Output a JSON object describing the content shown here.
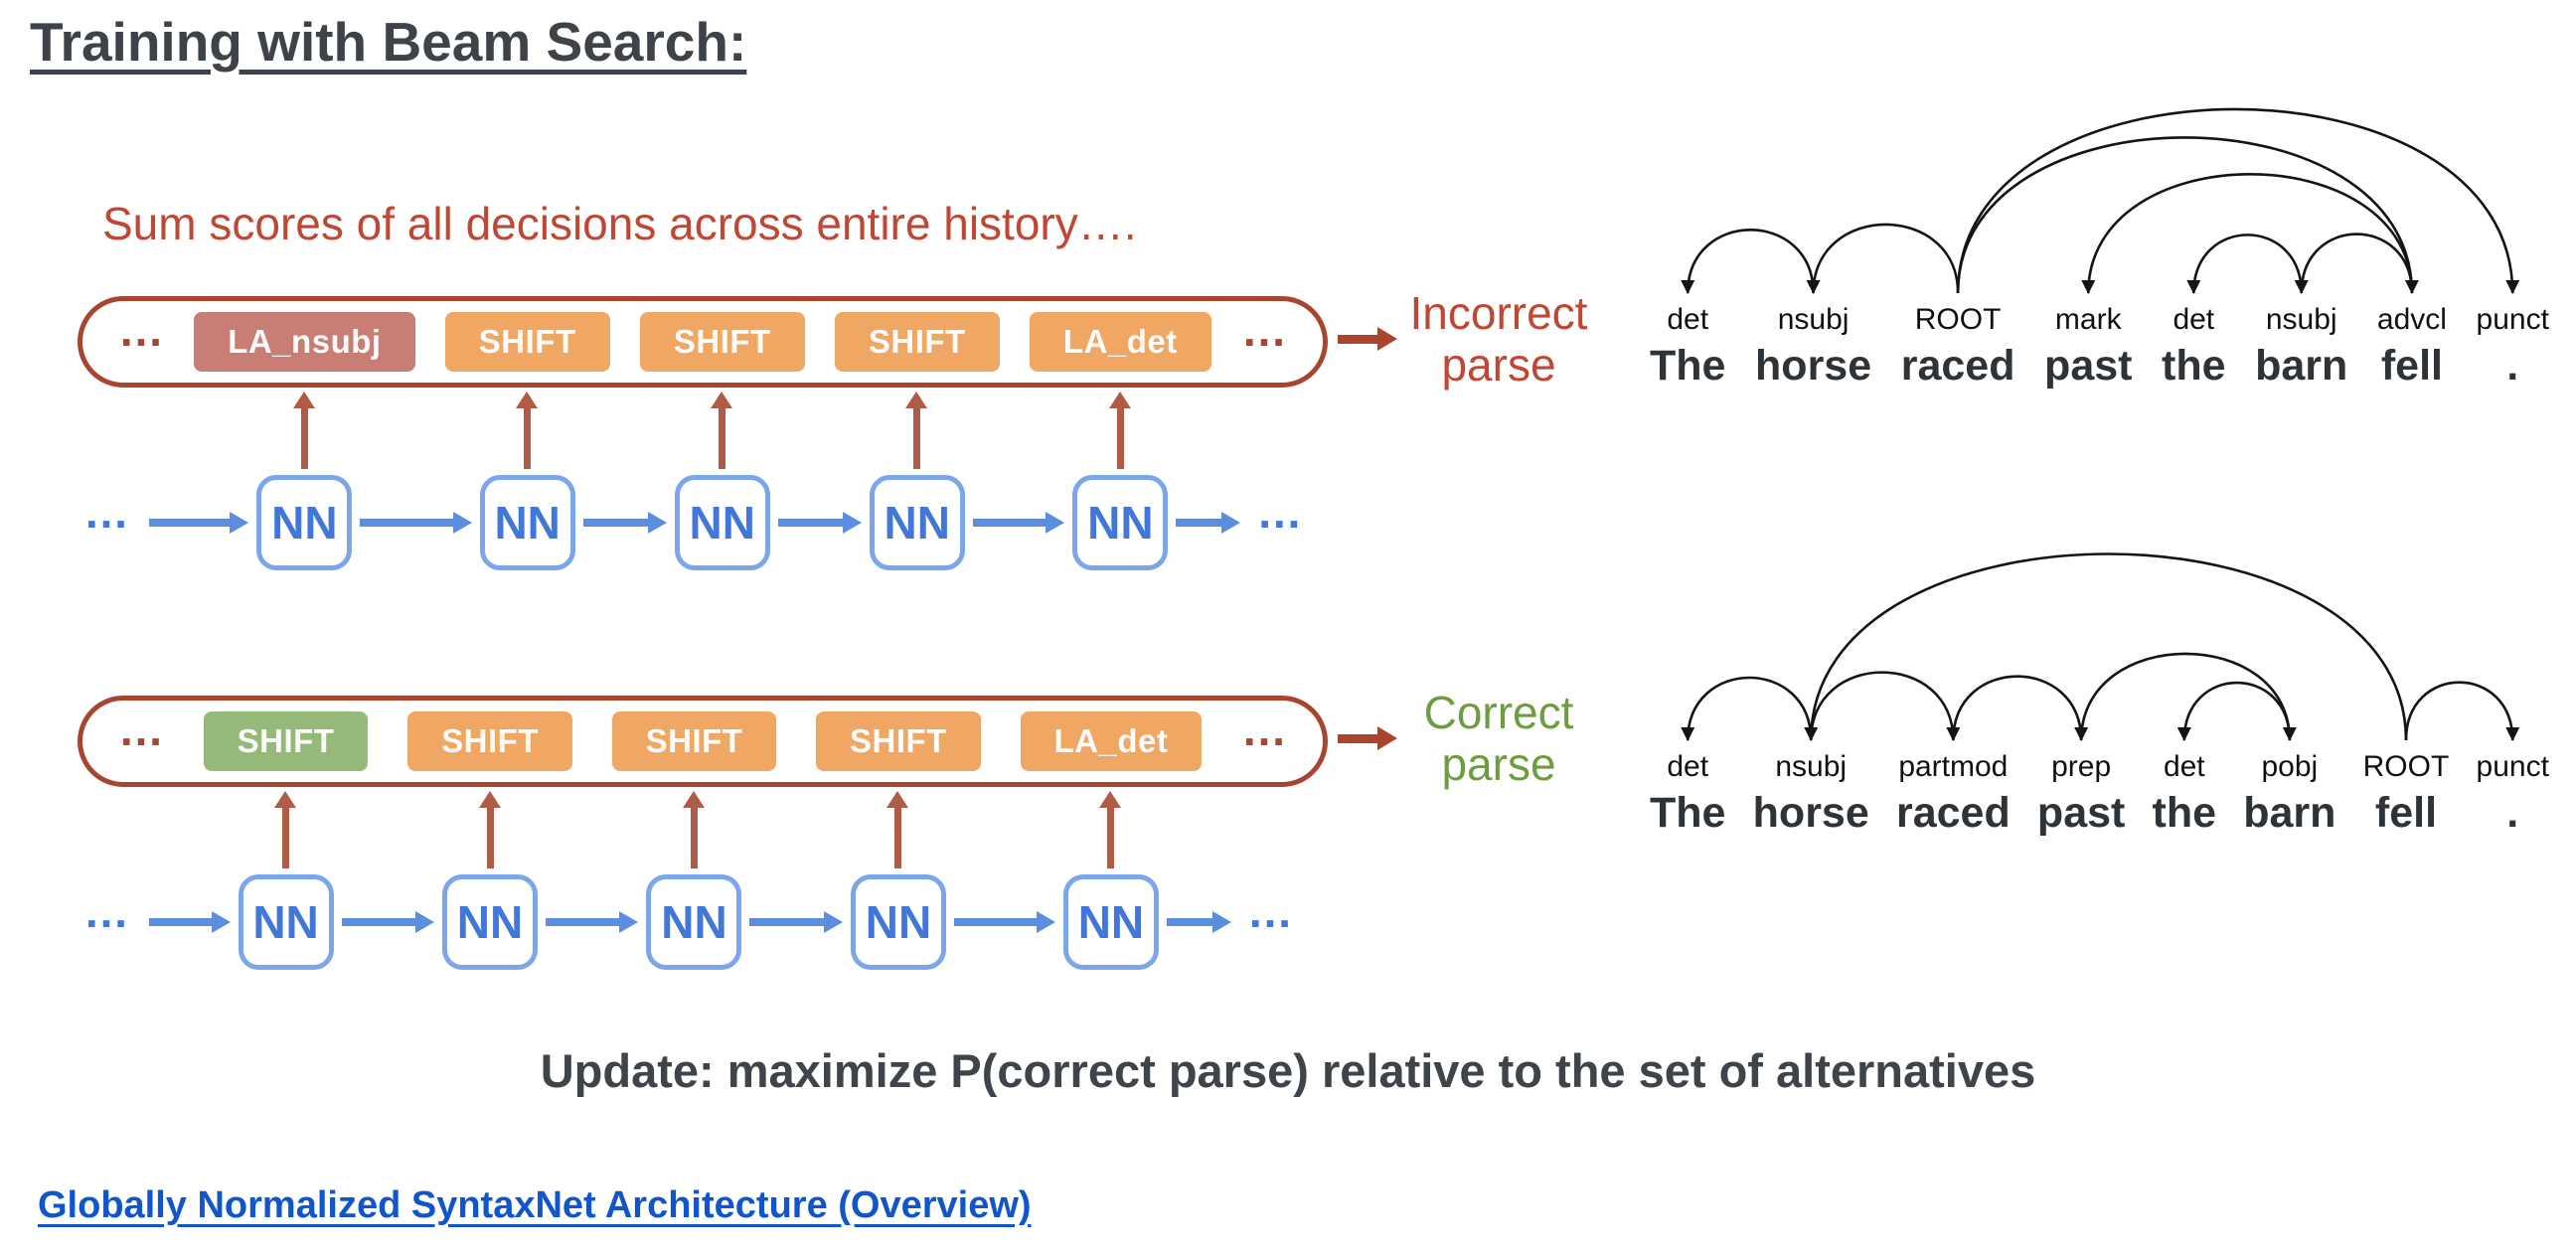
{
  "page": {
    "title": "Training with Beam Search:",
    "caption": "Sum scores of all decisions across entire history….",
    "update_text": "Update: maximize P(correct parse) relative to the set of alternatives",
    "footer_link": "Globally Normalized SyntaxNet Architecture (Overview)"
  },
  "colors": {
    "pill_border": "#a8452f",
    "rose": "#c87e74",
    "orange": "#f0a763",
    "green": "#95b978",
    "incorrect_text": "#bf4734",
    "correct_text": "#6d9c41",
    "nn_blue": "#4077d9",
    "arrow_blue": "#5b8ede",
    "score_arrow": "#b05b45",
    "link_blue": "#1155cc",
    "heading_dark": "#3e444a"
  },
  "sequences": [
    {
      "id": "incorrect",
      "ellipsis": "…",
      "nn_label": "NN",
      "decisions": [
        {
          "label": "LA_nsubj",
          "type": "rose"
        },
        {
          "label": "SHIFT",
          "type": "orange"
        },
        {
          "label": "SHIFT",
          "type": "orange"
        },
        {
          "label": "SHIFT",
          "type": "orange"
        },
        {
          "label": "LA_det",
          "type": "orange"
        }
      ],
      "parse_lines": [
        "Incorrect",
        "parse"
      ],
      "parse_color": "incorrect_text"
    },
    {
      "id": "correct",
      "ellipsis": "…",
      "nn_label": "NN",
      "decisions": [
        {
          "label": "SHIFT",
          "type": "green"
        },
        {
          "label": "SHIFT",
          "type": "orange"
        },
        {
          "label": "SHIFT",
          "type": "orange"
        },
        {
          "label": "SHIFT",
          "type": "orange"
        },
        {
          "label": "LA_det",
          "type": "orange"
        }
      ],
      "parse_lines": [
        "Correct",
        "parse"
      ],
      "parse_color": "correct_text"
    }
  ],
  "trees": [
    {
      "id": "incorrect-parse",
      "words": [
        "The",
        "horse",
        "raced",
        "past",
        "the",
        "barn",
        "fell",
        "."
      ],
      "tags": [
        "det",
        "nsubj",
        "ROOT",
        "mark",
        "det",
        "nsubj",
        "advcl",
        "punct"
      ],
      "arcs": [
        {
          "head": 1,
          "dep": 0,
          "label": "det"
        },
        {
          "head": 2,
          "dep": 1,
          "label": "nsubj"
        },
        {
          "head": 6,
          "dep": 3,
          "label": "mark"
        },
        {
          "head": 5,
          "dep": 4,
          "label": "det"
        },
        {
          "head": 6,
          "dep": 5,
          "label": "nsubj"
        },
        {
          "head": 2,
          "dep": 6,
          "label": "advcl"
        },
        {
          "head": 2,
          "dep": 7,
          "label": "punct"
        }
      ]
    },
    {
      "id": "correct-parse",
      "words": [
        "The",
        "horse",
        "raced",
        "past",
        "the",
        "barn",
        "fell",
        "."
      ],
      "tags": [
        "det",
        "nsubj",
        "partmod",
        "prep",
        "det",
        "pobj",
        "ROOT",
        "punct"
      ],
      "arcs": [
        {
          "head": 1,
          "dep": 0,
          "label": "det"
        },
        {
          "head": 6,
          "dep": 1,
          "label": "nsubj"
        },
        {
          "head": 1,
          "dep": 2,
          "label": "partmod"
        },
        {
          "head": 2,
          "dep": 3,
          "label": "prep"
        },
        {
          "head": 5,
          "dep": 4,
          "label": "det"
        },
        {
          "head": 3,
          "dep": 5,
          "label": "pobj"
        },
        {
          "head": 6,
          "dep": 7,
          "label": "punct"
        }
      ]
    }
  ]
}
